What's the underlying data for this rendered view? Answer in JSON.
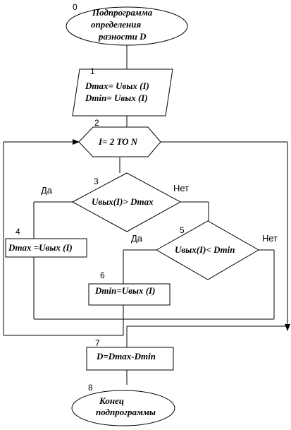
{
  "blocks": [
    {
      "id": "0",
      "label_number": "0",
      "lines": [
        "Подпрограмма",
        "определения",
        "разности D"
      ]
    },
    {
      "id": "1",
      "label_number": "1",
      "lines": [
        "Dmax= Uвых (I)",
        "Dmin= Uвых (I)"
      ]
    },
    {
      "id": "2",
      "label_number": "2",
      "lines": [
        "I=  2 TO N"
      ]
    },
    {
      "id": "3",
      "label_number": "3",
      "lines": [
        "Uвых(I)> Dmax"
      ],
      "yes_label": "Да",
      "no_label": "Нет"
    },
    {
      "id": "4",
      "label_number": "4",
      "lines": [
        "Dmax =Uвых (I)"
      ]
    },
    {
      "id": "5",
      "label_number": "5",
      "lines": [
        "Uвых(I)< Dmin"
      ],
      "yes_label": "Да",
      "no_label": "Нет"
    },
    {
      "id": "6",
      "label_number": "6",
      "lines": [
        "Dmin=Uвых (I)"
      ]
    },
    {
      "id": "7",
      "label_number": "7",
      "lines": [
        "D=Dmax-Dmin"
      ]
    },
    {
      "id": "8",
      "label_number": "8",
      "lines": [
        "Конец",
        "подпрограммы"
      ]
    }
  ]
}
